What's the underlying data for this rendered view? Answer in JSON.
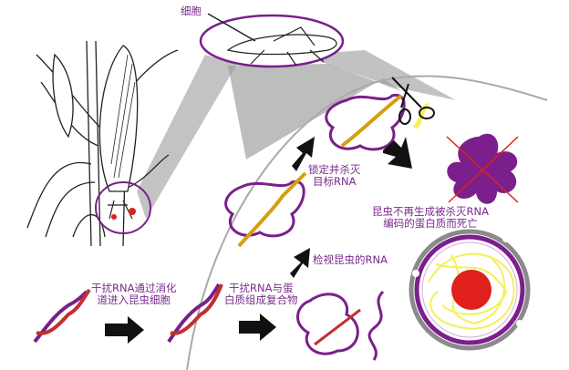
{
  "labels": {
    "cell": "细胞",
    "lock_kill": [
      "锁定并杀灭",
      "目标RNA"
    ],
    "death": [
      "昆虫不再生成被杀灭RNA",
      "编码的蛋白质而死亡"
    ],
    "scan": "检视昆虫的RNA",
    "enter": [
      "干扰RNA通过消化",
      "道进入昆虫细胞"
    ],
    "complex": [
      "干扰RNA与蛋",
      "白质组成复合物"
    ]
  },
  "colors": {
    "purple": "#7a1f8c",
    "yellow": "#f4f05a",
    "red": "#e0201c",
    "gray": "#9a9a9a"
  }
}
